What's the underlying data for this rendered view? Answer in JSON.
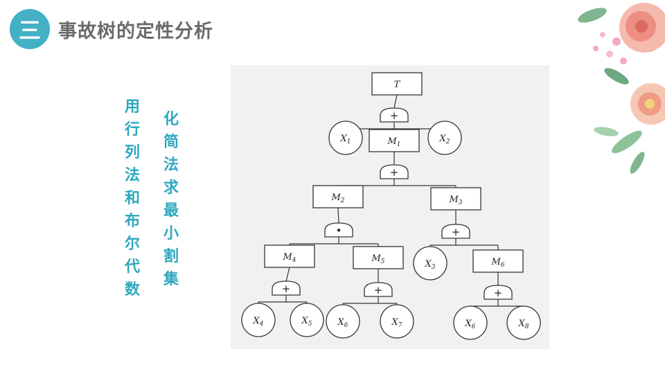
{
  "header": {
    "section_number": "三",
    "title": "事故树的定性分析"
  },
  "method_left": [
    "用",
    "行",
    "列",
    "法",
    "和",
    "布",
    "尔",
    "代",
    "数"
  ],
  "method_right": [
    "化",
    "简",
    "法",
    "求",
    "最",
    "小",
    "割",
    "集"
  ],
  "fault_tree": {
    "nodes": [
      {
        "id": "T",
        "label": "T",
        "shape": "rect"
      },
      {
        "id": "X1",
        "label": "X",
        "sub": "1",
        "shape": "circle"
      },
      {
        "id": "M1",
        "label": "M",
        "sub": "1",
        "shape": "rect"
      },
      {
        "id": "X2",
        "label": "X",
        "sub": "2",
        "shape": "circle"
      },
      {
        "id": "M2",
        "label": "M",
        "sub": "2",
        "shape": "rect"
      },
      {
        "id": "M3",
        "label": "M",
        "sub": "3",
        "shape": "rect"
      },
      {
        "id": "M4",
        "label": "M",
        "sub": "4",
        "shape": "rect"
      },
      {
        "id": "M5",
        "label": "M",
        "sub": "5",
        "shape": "rect"
      },
      {
        "id": "X3",
        "label": "X",
        "sub": "3",
        "shape": "circle"
      },
      {
        "id": "M6",
        "label": "M",
        "sub": "6",
        "shape": "rect"
      },
      {
        "id": "X4",
        "label": "X",
        "sub": "4",
        "shape": "circle"
      },
      {
        "id": "X5",
        "label": "X",
        "sub": "5",
        "shape": "circle"
      },
      {
        "id": "X6a",
        "label": "X",
        "sub": "6",
        "shape": "circle"
      },
      {
        "id": "X7",
        "label": "X",
        "sub": "7",
        "shape": "circle"
      },
      {
        "id": "X6b",
        "label": "X",
        "sub": "6",
        "shape": "circle"
      },
      {
        "id": "X8",
        "label": "X",
        "sub": "8",
        "shape": "circle"
      }
    ],
    "gates": [
      {
        "id": "G_T",
        "type": "OR",
        "symbol": "+"
      },
      {
        "id": "G_M1",
        "type": "OR",
        "symbol": "+"
      },
      {
        "id": "G_M2",
        "type": "AND",
        "symbol": "•"
      },
      {
        "id": "G_M3",
        "type": "OR",
        "symbol": "+"
      },
      {
        "id": "G_M4",
        "type": "OR",
        "symbol": "+"
      },
      {
        "id": "G_M5",
        "type": "OR",
        "symbol": "+"
      },
      {
        "id": "G_M6",
        "type": "OR",
        "symbol": "+"
      }
    ]
  },
  "colors": {
    "accent": "#43b0c6",
    "method_text": "#2fa8bf",
    "title_text": "#6a6a6a",
    "diagram_bg": "#f1f1f1"
  }
}
